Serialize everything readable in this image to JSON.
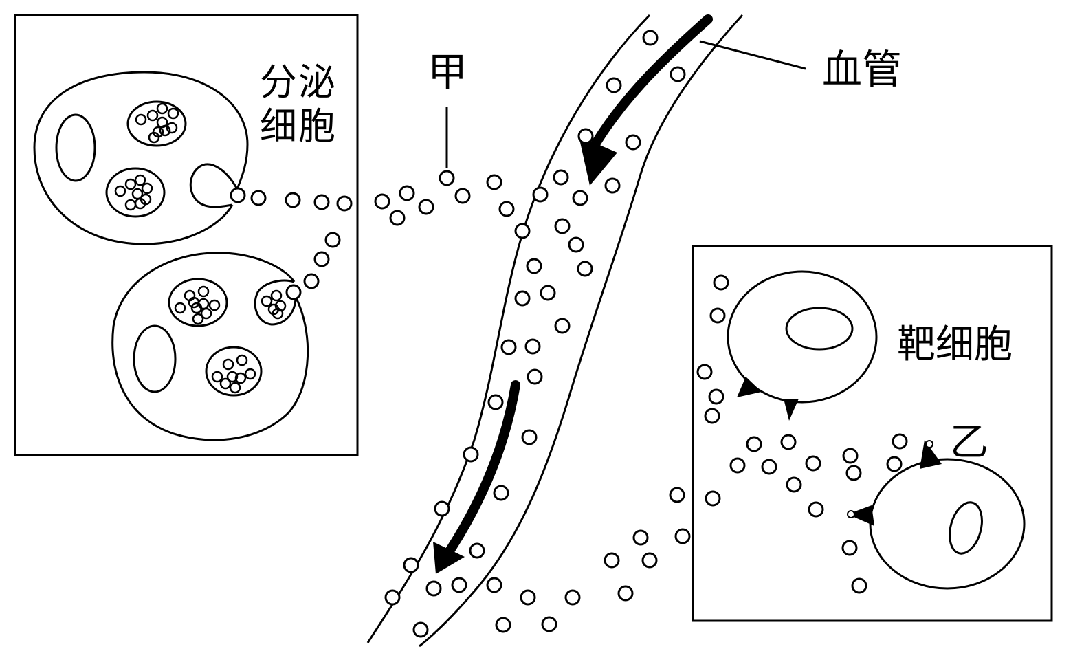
{
  "labels": {
    "secretory_cell": "分泌细胞",
    "substance_a": "甲",
    "blood_vessel": "血管",
    "target_cell": "靶细胞",
    "receptor_b": "乙"
  },
  "colors": {
    "ink": "#000000",
    "paper": "#ffffff"
  }
}
